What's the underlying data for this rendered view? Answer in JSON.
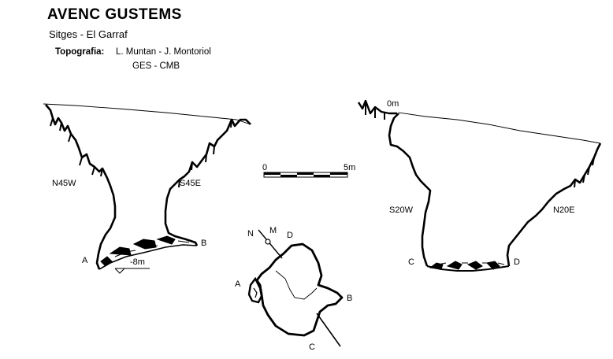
{
  "header": {
    "title": "AVENC GUSTEMS",
    "subtitle": "Sitges - El Garraf",
    "topography_label": "Topografia:",
    "authors": "L. Muntan - J. Montoriol",
    "group": "GES - CMB"
  },
  "left_section": {
    "left_wall_label": "N45W",
    "right_wall_label": "S45E",
    "point_a": "A",
    "point_b": "B",
    "depth_label": "-8m"
  },
  "scale_bar": {
    "start_label": "0",
    "end_label": "5m"
  },
  "plan_view": {
    "north_label": "N",
    "magnetic_label": "M",
    "point_a": "A",
    "point_b": "B",
    "point_c": "C",
    "point_d": "D"
  },
  "right_section": {
    "top_label": "0m",
    "left_wall_label": "S20W",
    "right_wall_label": "N20E",
    "point_c": "C",
    "point_d": "D"
  },
  "colors": {
    "ink": "#000000",
    "background": "#ffffff"
  }
}
